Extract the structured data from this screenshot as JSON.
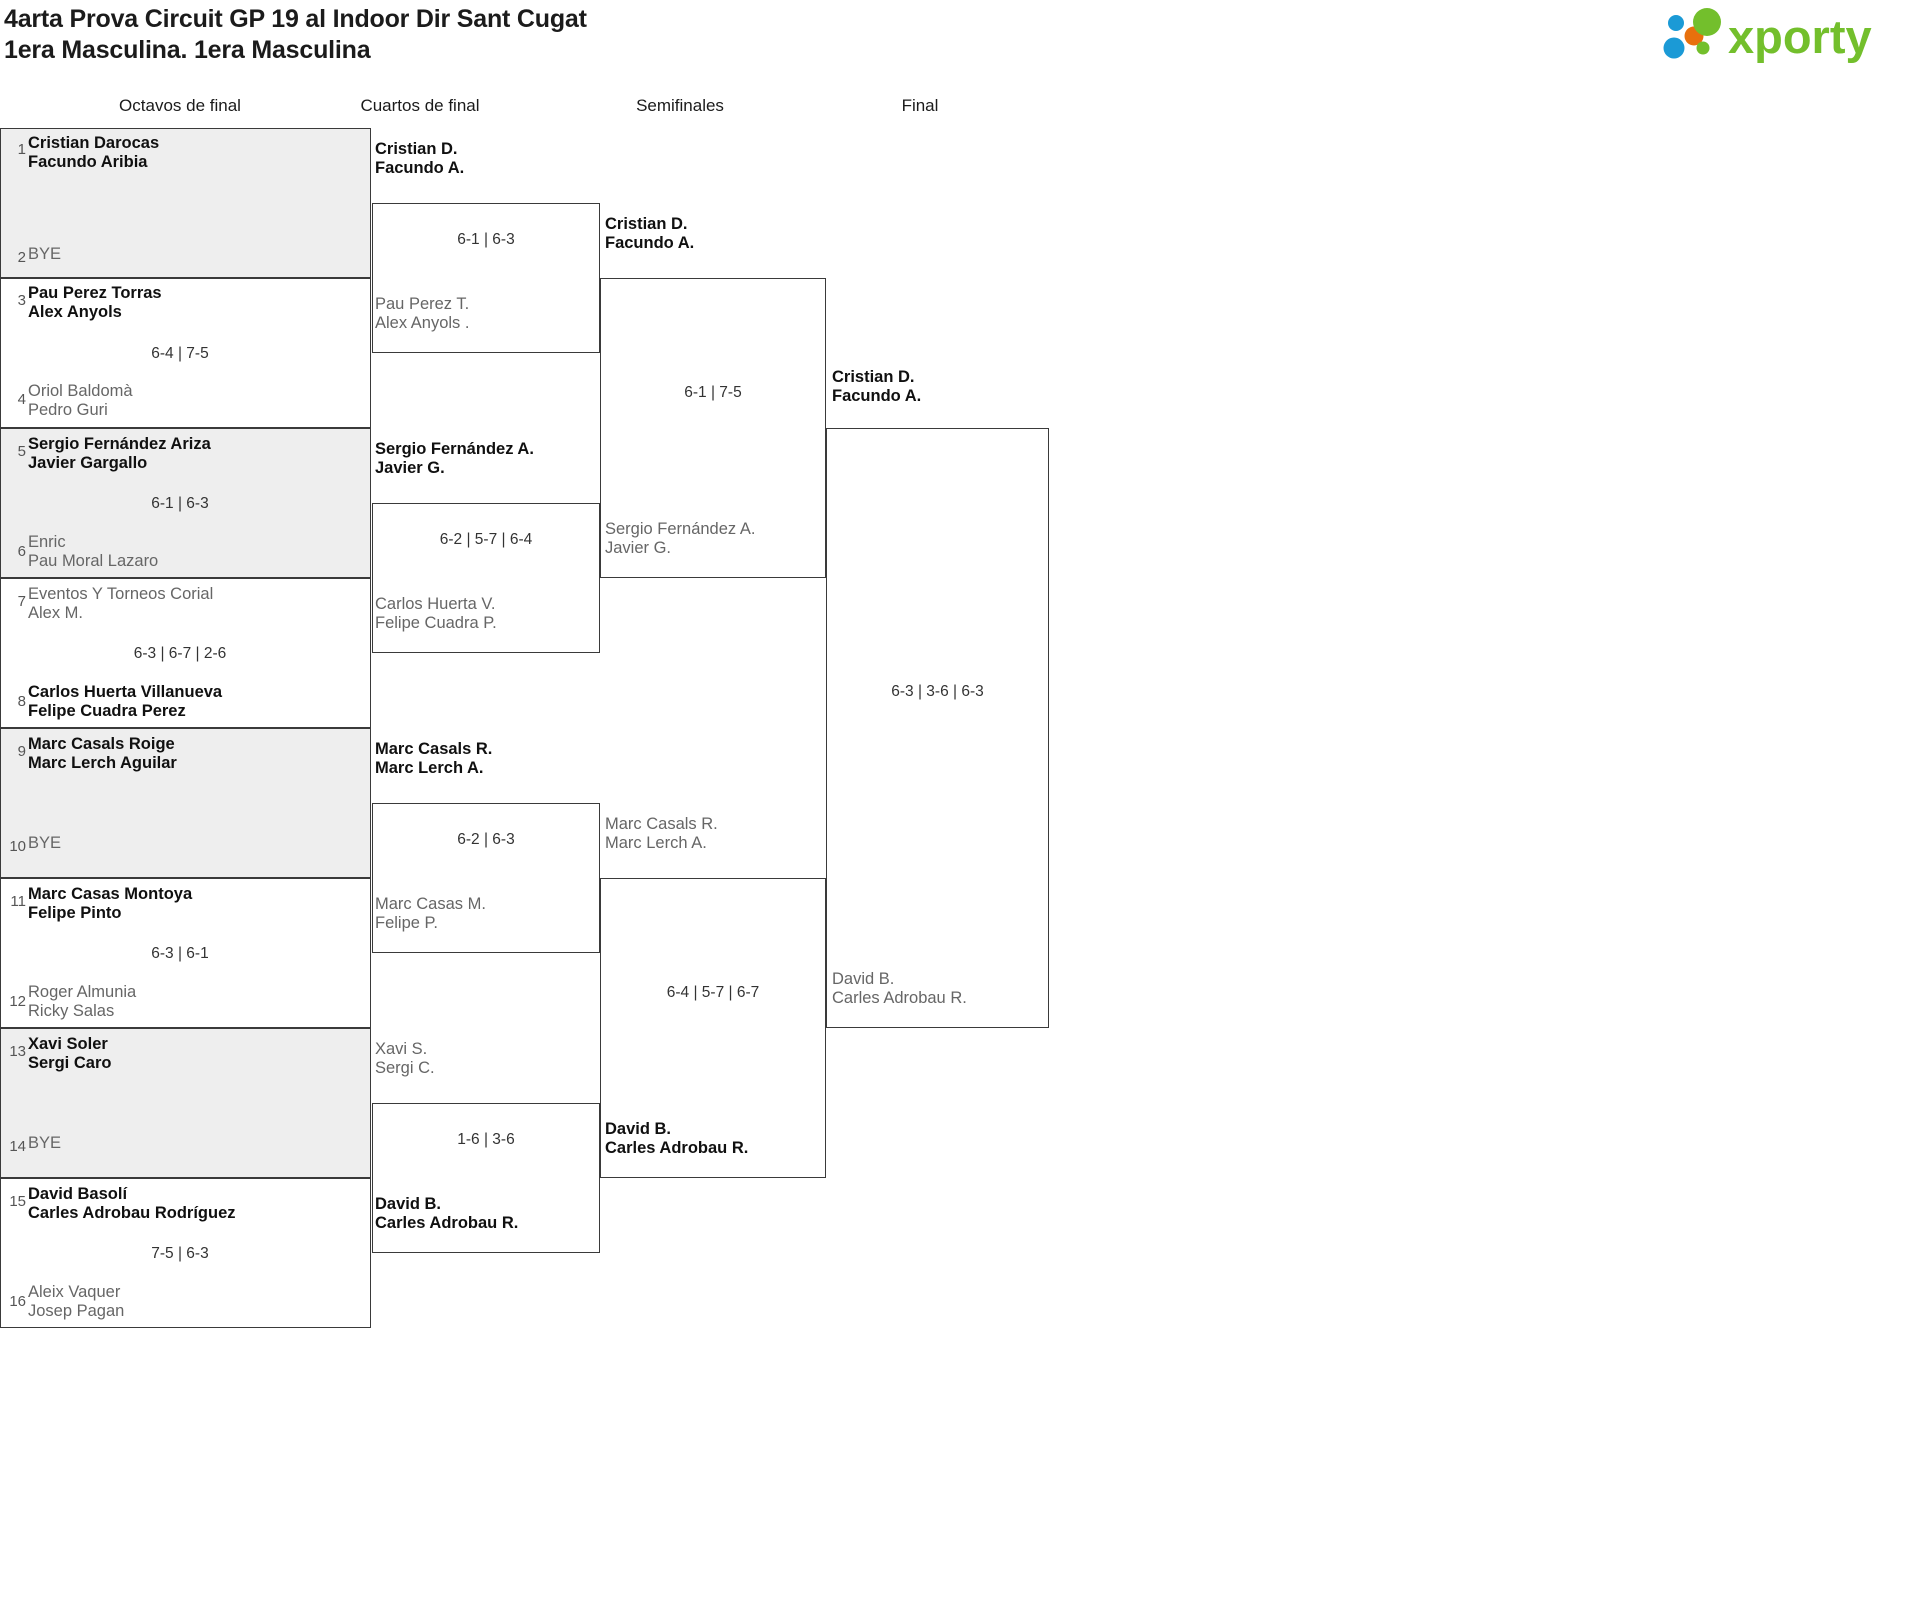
{
  "header": {
    "title_line1": "4arta Prova Circuit GP 19 al Indoor Dir Sant Cugat",
    "title_line2": "1era Masculina. 1era Masculina",
    "logo_text": "xporty",
    "logo_colors": {
      "green": "#73bf2c",
      "blue": "#1b9ad6",
      "orange": "#e8700d"
    }
  },
  "rounds": [
    {
      "key": "r16",
      "label": "Octavos de final"
    },
    {
      "key": "qf",
      "label": "Cuartos de final"
    },
    {
      "key": "sf",
      "label": "Semifinales"
    },
    {
      "key": "f",
      "label": "Final"
    }
  ],
  "bracket": {
    "round16": [
      {
        "seed_top": "1",
        "seed_bot": "2",
        "top": {
          "n1": "Cristian Darocas",
          "n2": "Facundo Aribia",
          "state": "winner"
        },
        "bottom": {
          "n1": "BYE",
          "n2": "",
          "state": "loser"
        },
        "score": ""
      },
      {
        "seed_top": "3",
        "seed_bot": "4",
        "top": {
          "n1": "Pau Perez Torras",
          "n2": "Alex Anyols",
          "state": "winner"
        },
        "bottom": {
          "n1": "Oriol Baldomà",
          "n2": "Pedro Guri",
          "state": "loser"
        },
        "score": "6-4 | 7-5"
      },
      {
        "seed_top": "5",
        "seed_bot": "6",
        "top": {
          "n1": "Sergio Fernández Ariza",
          "n2": "Javier Gargallo",
          "state": "winner"
        },
        "bottom": {
          "n1": "Enric",
          "n2": "Pau Moral Lazaro",
          "state": "loser"
        },
        "score": "6-1 | 6-3"
      },
      {
        "seed_top": "7",
        "seed_bot": "8",
        "top": {
          "n1": "Eventos Y Torneos Corial",
          "n2": "Alex M.",
          "state": "loser"
        },
        "bottom": {
          "n1": "Carlos Huerta Villanueva",
          "n2": "Felipe Cuadra Perez",
          "state": "winner"
        },
        "score": "6-3 | 6-7 | 2-6"
      },
      {
        "seed_top": "9",
        "seed_bot": "10",
        "top": {
          "n1": "Marc Casals Roige",
          "n2": "Marc Lerch Aguilar",
          "state": "winner"
        },
        "bottom": {
          "n1": "BYE",
          "n2": "",
          "state": "loser"
        },
        "score": ""
      },
      {
        "seed_top": "11",
        "seed_bot": "12",
        "top": {
          "n1": "Marc Casas Montoya",
          "n2": "Felipe Pinto",
          "state": "winner"
        },
        "bottom": {
          "n1": "Roger Almunia",
          "n2": "Ricky Salas",
          "state": "loser"
        },
        "score": "6-3 | 6-1"
      },
      {
        "seed_top": "13",
        "seed_bot": "14",
        "top": {
          "n1": "Xavi Soler",
          "n2": "Sergi Caro",
          "state": "winner"
        },
        "bottom": {
          "n1": "BYE",
          "n2": "",
          "state": "loser"
        },
        "score": ""
      },
      {
        "seed_top": "15",
        "seed_bot": "16",
        "top": {
          "n1": "David Basolí",
          "n2": "Carles Adrobau Rodríguez",
          "state": "winner"
        },
        "bottom": {
          "n1": "Aleix Vaquer",
          "n2": "Josep Pagan",
          "state": "loser"
        },
        "score": "7-5 | 6-3"
      }
    ],
    "quarters": [
      {
        "top": {
          "n1": "Cristian D.",
          "n2": "Facundo A.",
          "state": "winner"
        },
        "bottom": {
          "n1": "Pau Perez T.",
          "n2": "Alex Anyols .",
          "state": "loser"
        },
        "score": "6-1 | 6-3"
      },
      {
        "top": {
          "n1": "Sergio Fernández A.",
          "n2": "Javier G.",
          "state": "winner"
        },
        "bottom": {
          "n1": "Carlos Huerta V.",
          "n2": "Felipe Cuadra P.",
          "state": "loser"
        },
        "score": "6-2 | 5-7 | 6-4"
      },
      {
        "top": {
          "n1": "Marc Casals R.",
          "n2": "Marc Lerch A.",
          "state": "winner"
        },
        "bottom": {
          "n1": "Marc Casas M.",
          "n2": "Felipe P.",
          "state": "loser"
        },
        "score": "6-2 | 6-3"
      },
      {
        "top": {
          "n1": "Xavi S.",
          "n2": "Sergi C.",
          "state": "loser"
        },
        "bottom": {
          "n1": "David B.",
          "n2": "Carles Adrobau R.",
          "state": "winner"
        },
        "score": "1-6 | 3-6"
      }
    ],
    "semis": [
      {
        "top": {
          "n1": "Cristian D.",
          "n2": "Facundo A.",
          "state": "winner"
        },
        "bottom": {
          "n1": "Sergio Fernández A.",
          "n2": "Javier G.",
          "state": "loser"
        },
        "score": "6-1 | 7-5"
      },
      {
        "top": {
          "n1": "Marc Casals R.",
          "n2": "Marc Lerch A.",
          "state": "loser"
        },
        "bottom": {
          "n1": "David B.",
          "n2": "Carles Adrobau R.",
          "state": "winner"
        },
        "score": "6-4 | 5-7 | 6-7"
      }
    ],
    "final": [
      {
        "top": {
          "n1": "Cristian D.",
          "n2": "Facundo A.",
          "state": "winner"
        },
        "bottom": {
          "n1": "David B.",
          "n2": "Carles Adrobau R.",
          "state": "loser"
        },
        "score": "6-3 | 3-6 | 6-3"
      }
    ]
  }
}
